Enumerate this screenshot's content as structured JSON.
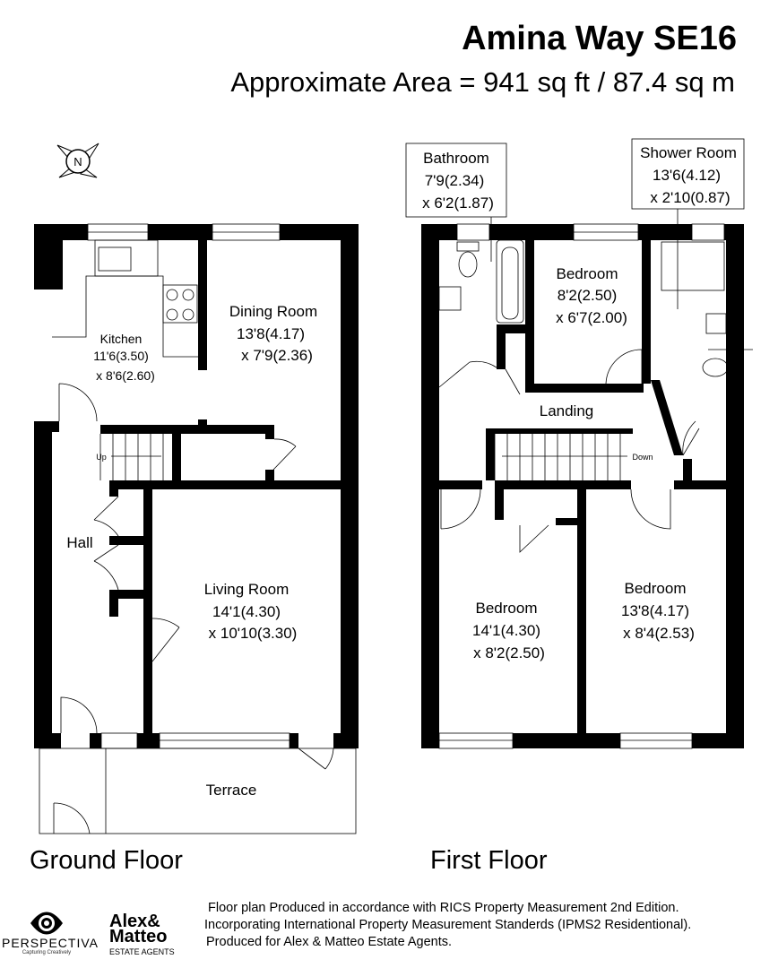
{
  "header": {
    "title": "Amina Way SE16",
    "area": "Approximate Area = 941 sq ft / 87.4 sq m"
  },
  "compass": {
    "label": "N"
  },
  "ground_floor": {
    "label": "Ground Floor",
    "rooms": {
      "kitchen": {
        "name": "Kitchen",
        "dim1": "11'6(3.50)",
        "dim2": "x 8'6(2.60)"
      },
      "dining": {
        "name": "Dining Room",
        "dim1": "13'8(4.17)",
        "dim2": "x 7'9(2.36)"
      },
      "living": {
        "name": "Living Room",
        "dim1": "14'1(4.30)",
        "dim2": "x 10'10(3.30)"
      },
      "hall": {
        "name": "Hall"
      },
      "terrace": {
        "name": "Terrace"
      }
    },
    "stairs_label": "Up"
  },
  "first_floor": {
    "label": "First Floor",
    "rooms": {
      "bathroom": {
        "name": "Bathroom",
        "dim1": "7'9(2.34)",
        "dim2": "x 6'2(1.87)"
      },
      "shower": {
        "name": "Shower Room",
        "dim1": "13'6(4.12)",
        "dim2": "x 2'10(0.87)"
      },
      "bedroom1": {
        "name": "Bedroom",
        "dim1": "8'2(2.50)",
        "dim2": "x 6'7(2.00)"
      },
      "landing": {
        "name": "Landing"
      },
      "bedroom2": {
        "name": "Bedroom",
        "dim1": "14'1(4.30)",
        "dim2": "x 8'2(2.50)"
      },
      "bedroom3": {
        "name": "Bedroom",
        "dim1": "13'8(4.17)",
        "dim2": "x 8'4(2.53)"
      }
    },
    "stairs_label": "Down"
  },
  "footer": {
    "line1": "Floor plan Produced in accordance with RICS Property Measurement 2nd Edition.",
    "line2": "Incorporating International Property Measurement Standerds (IPMS2  Residentional).",
    "line3": "Produced for Alex & Matteo Estate Agents."
  },
  "logos": {
    "perspectiva": {
      "name": "PERSPECTIVA",
      "tagline": "Capturing Creatively"
    },
    "alex_matteo": {
      "line1": "Alex&",
      "line2": "Matteo",
      "line3": "ESTATE AGENTS"
    }
  }
}
